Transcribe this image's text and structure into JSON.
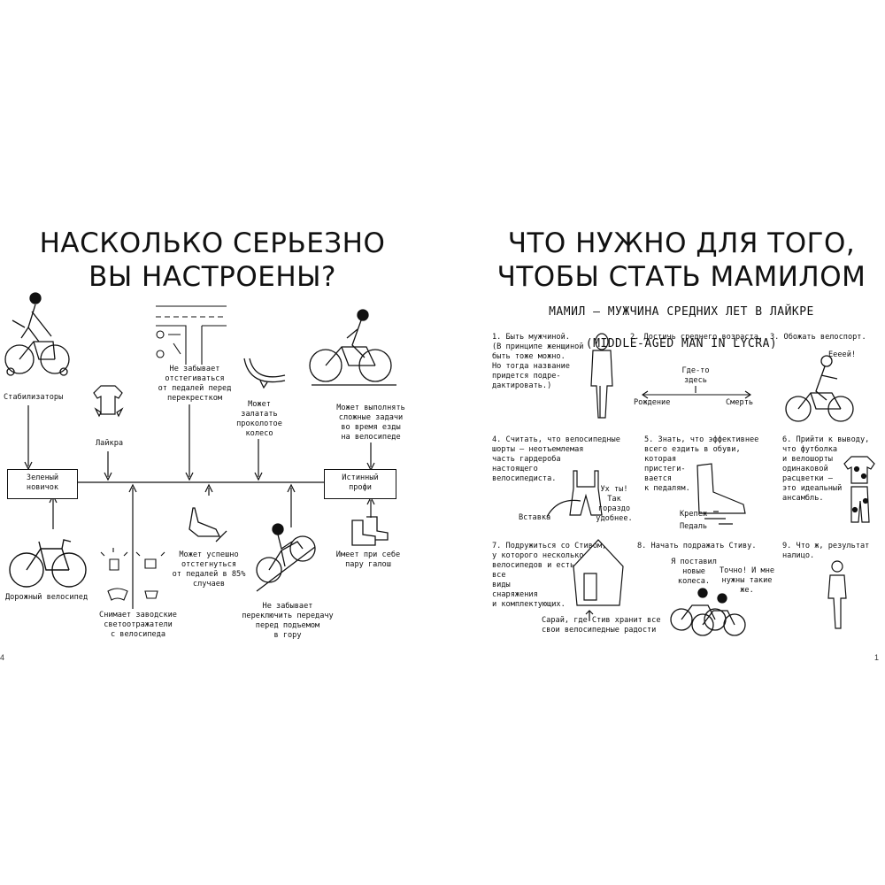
{
  "left_page": {
    "title_line1": "НАСКОЛЬКО СЕРЬЕЗНО",
    "title_line2": "ВЫ НАСТРОЕНЫ?",
    "page_number": "4",
    "start_box": "Зеленый\nновичок",
    "end_box": "Истинный\nпрофи",
    "top_labels": {
      "stabilizers": "Стабилизаторы",
      "lycra": "Лайкра",
      "pedals_intersection": "Не забывает\nотстегиваться\nот педалей перед\nперекрестком",
      "puncture": "Может\nзалатать\nпроколотое\nколесо",
      "complex_tasks": "Может выполнять\nсложные задачи\nво время езды\nна велосипеде"
    },
    "bottom_labels": {
      "road_bike": "Дорожный велосипед",
      "reflectors": "Снимает заводские\nсветоотражатели\nс велосипеда",
      "unclip": "Может успешно\nотстегнуться\nот педалей в 85%\nслучаев",
      "gear_shift": "Не забывает\nпереключить передачу\nперед подъемом\nв гору",
      "shoe_covers": "Имеет при себе\nпару галош"
    }
  },
  "right_page": {
    "title_line1": "ЧТО НУЖНО ДЛЯ ТОГО,",
    "title_line2": "ЧТОБЫ СТАТЬ МАМИЛОМ",
    "subtitle_line1": "МАМИЛ – МУЖЧИНА СРЕДНИХ ЛЕТ В ЛАЙКРЕ",
    "subtitle_line2": "(MIDDLE-AGED MAN IN LYCRA)",
    "page_number": "1",
    "steps": [
      {
        "text": "1. Быть мужчиной.\n(В принципе женщиной\nбыть тоже можно.\nНо тогда название\nпридется подре-\nдактировать.)"
      },
      {
        "text": "2. Достичь среднего возраста."
      },
      {
        "text": "3. Обожать велоспорт."
      },
      {
        "text": "4. Считать, что велосипедные\nшорты – неотъемлемая\nчасть гардероба\nнастоящего\nвелосипедиста."
      },
      {
        "text": "5. Знать, что эффективнее\nвсего ездить в обуви,\nкоторая\nпристеги-\nвается\nк педалям."
      },
      {
        "text": "6. Прийти к выводу,\nчто футболка\nи велошорты\nодинаковой\nрасцветки –\nэто идеальный\nансамбль."
      },
      {
        "text": "7. Подружиться со Стивом,\nу которого несколько\nвелосипедов и есть\nвсе\nвиды\nснаряжения\nи комплектующих."
      },
      {
        "text": "8. Начать подражать Стиву."
      },
      {
        "text": "9. Что ж, результат налицо."
      }
    ],
    "age_scale": {
      "somewhere": "Где-то\nздесь",
      "birth": "Рождение",
      "death": "Смерть"
    },
    "shorts_labels": {
      "insert": "Вставка",
      "wow": "Ух ты!\nТак\nгораздо\nудобнее."
    },
    "shoe_labels": {
      "clip": "Крепеж",
      "pedal": "Педаль"
    },
    "yay": "Еееей!",
    "shed_caption": "Сарай, где Стив хранит все\nсвои велосипедные радости",
    "speech_1": "Я поставил\nновые колеса.",
    "speech_2": "Точно! И мне\nнужны такие же."
  }
}
